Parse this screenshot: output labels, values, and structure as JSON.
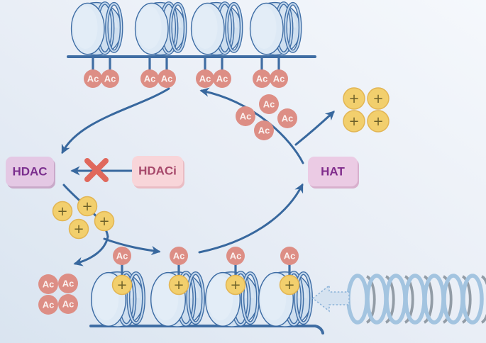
{
  "labels": {
    "acetyl_group": "Ac",
    "positive_charge": "+"
  },
  "enzymes": {
    "hdac": {
      "label": "HDAC"
    },
    "hdaci": {
      "label": "HDACi"
    },
    "hat": {
      "label": "HAT"
    }
  },
  "structure": {
    "top_chromatin": {
      "nucleosomes": 4,
      "acetyl_marks": 8
    },
    "bottom_chromatin": {
      "nucleosomes": 4,
      "acetyl_marks": 4,
      "positive_charges": 4
    },
    "released_acetyl_groups": 4,
    "released_charges_top_right": 4,
    "charges_along_hdac_path": 4,
    "acetyls_along_hat_path": 4,
    "dna_helix_loops": 7
  },
  "colors": {
    "acetyl": "#dd8e85",
    "charge": "#f2cf6d",
    "arrow": "#38689e",
    "inhibition_x": "#e0685c",
    "hdac_box": "#e4c8e4",
    "hdaci_box": "#f8d5d9",
    "hat_box": "#ebcbe4",
    "hdac_text": "#7b2f8e",
    "hdaci_text": "#a6486a",
    "hat_text": "#802d8c",
    "nucleosome_body": "#cfdfef",
    "nucleosome_face": "#dde9f5",
    "dna": "#3f6da3"
  }
}
